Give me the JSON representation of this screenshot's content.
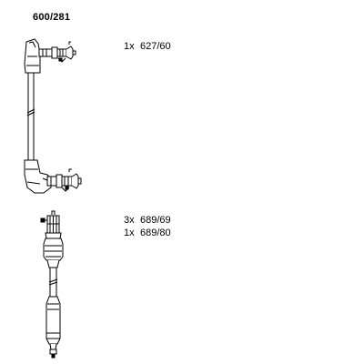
{
  "set": {
    "number": "600/281"
  },
  "groups": [
    {
      "parts": [
        {
          "qty": "1x",
          "code": "627/60"
        }
      ]
    },
    {
      "parts": [
        {
          "qty": "3x",
          "code": "689/69"
        },
        {
          "qty": "1x",
          "code": "689/80"
        }
      ]
    }
  ]
}
